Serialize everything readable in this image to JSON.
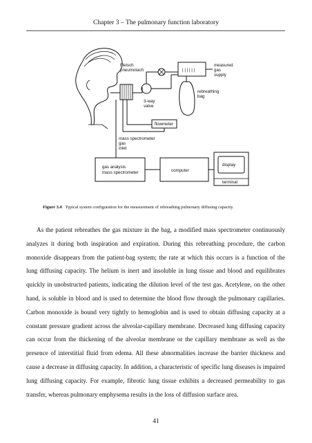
{
  "header": {
    "chapter_title": "Chapter 3 – The pulmonary function laboratory"
  },
  "figure": {
    "labels": {
      "fleisch_pneumotach": [
        "Fleisch",
        "pneumotach"
      ],
      "three_way_valve": [
        "3-way",
        "valve"
      ],
      "measured_gas_supply": [
        "measured",
        "gas",
        "supply"
      ],
      "rebreathing_bag": [
        "rebreathing",
        "bag"
      ],
      "flowmeter": "flowmeter",
      "mass_spec_gas_inlet": [
        "mass spectrometer",
        "gas",
        "inlet"
      ],
      "gas_analysis": [
        "gas analysis",
        "mass spectrometer"
      ],
      "computer": "computer",
      "display": "display",
      "terminal": "terminal"
    },
    "caption_label": "Figure 3.4",
    "caption_text": "Typical system configuration for the measurement of rebreathing pulmonary diffusing capacity."
  },
  "body": {
    "paragraph": "As the patient rebreathes the gas mixture in the bag, a modified mass spectrometer continuously analyzes it during both inspiration and expiration. During this rebreathing procedure, the carbon monoxide disappears from the patient-bag system; the rate at which this occurs is a function of the lung diffusing capacity. The helium is inert and insoluble in lung tissue and blood and equilibrates quickly in unobstructed patients, indicating the dilution level of the test gas. Acetylene, on the other hand, is soluble in blood and is used to determine the blood flow through the pulmonary capillaries. Carbon monoxide is bound very tightly to hemoglobin and is used to obtain diffusing capacity at a constant pressure gradient across the alveolar-capillary membrane. Decreased lung diffusing capacity can occur from the thickening of the alveolar membrane or the capillary membrane as well as the presence of interstitial fluid from edema. All these abnormalities increase the barrier thickness and cause a decrease in diffusing capacity. In addition, a characteristic of specific lung diseases is impaired lung diffusing capacity. For example, fibrotic lung tissue exhibits a decreased permeability to gas transfer, whereas pulmonary emphysema results in the loss of diffusion surface area."
  },
  "footer": {
    "page_number": "41"
  }
}
